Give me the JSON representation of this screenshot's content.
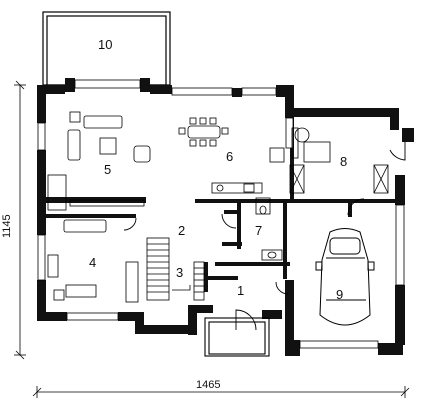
{
  "plan": {
    "rooms": [
      {
        "id": "1",
        "label": "1"
      },
      {
        "id": "2",
        "label": "2"
      },
      {
        "id": "3",
        "label": "3"
      },
      {
        "id": "4",
        "label": "4"
      },
      {
        "id": "5",
        "label": "5"
      },
      {
        "id": "6",
        "label": "6"
      },
      {
        "id": "7",
        "label": "7"
      },
      {
        "id": "8",
        "label": "8"
      },
      {
        "id": "9",
        "label": "9"
      },
      {
        "id": "10",
        "label": "10"
      }
    ],
    "dimensions": {
      "width_label": "1465",
      "height_label": "1145"
    }
  }
}
